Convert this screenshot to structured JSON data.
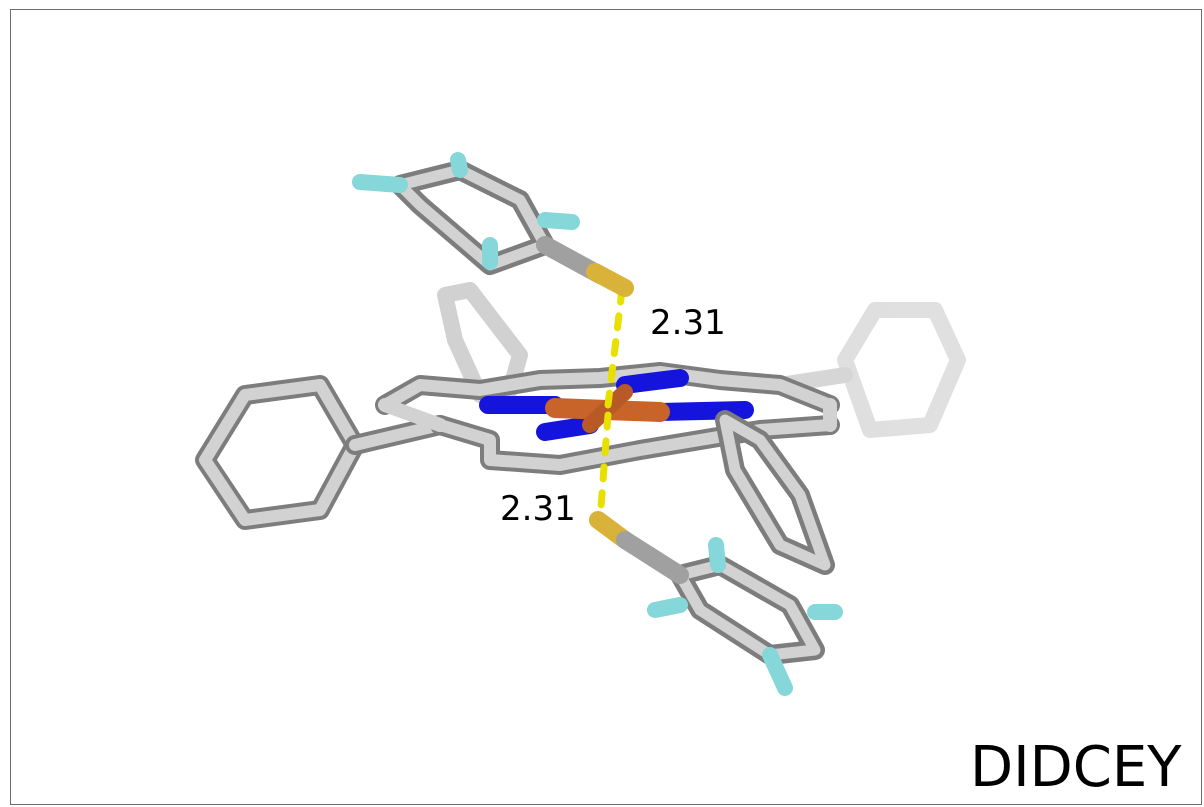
{
  "figure": {
    "structure_code": "DIDCEY",
    "distance_labels": [
      "2.31",
      "2.31"
    ]
  },
  "colors": {
    "carbon_light": "#cdcdcd",
    "carbon_dark": "#7d7d7d",
    "nitrogen": "#1414dc",
    "metal": "#c8642a",
    "sulfur": "#d9b23a",
    "fluorine": "#86d7d9",
    "distance": "#e8e000"
  }
}
